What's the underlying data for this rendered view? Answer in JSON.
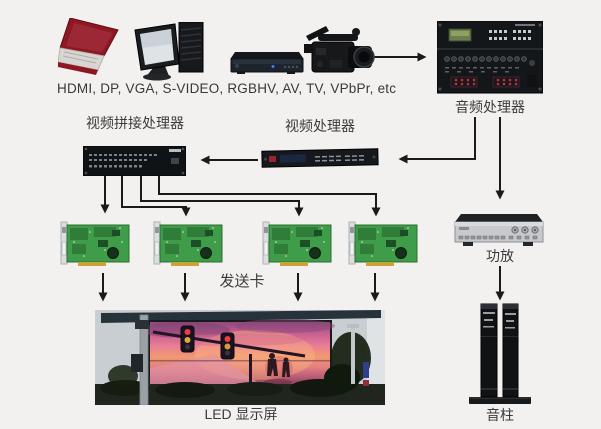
{
  "flow": {
    "sources": {
      "caption": "HDMI, DP, VGA, S-VIDEO, RGBHV, AV, TV, VPbPr, etc",
      "devices": [
        "laptop",
        "desktop-computer",
        "dvd-player",
        "camcorder"
      ]
    },
    "audio_processor": "音频处理器",
    "video_wall_processor": "视频拼接处理器",
    "video_processor": "视频处理器",
    "sending_card": "发送卡",
    "led_screen": "LED 显示屏",
    "amplifier": "功放",
    "sound_column": "音柱"
  },
  "colors": {
    "background": "#f3f1ef",
    "arrow": "#1a1a1a",
    "label_text": "#3b3b3b",
    "pcb_green": "#3f9d49"
  }
}
